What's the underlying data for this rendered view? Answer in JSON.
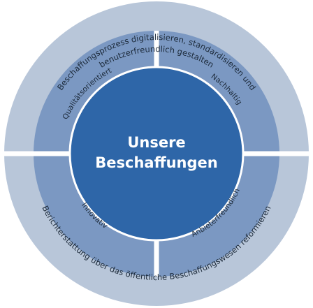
{
  "center": {
    "line1": "Unsere",
    "line2": "Beschaffungen"
  },
  "outer_ring": {
    "top_line1": "Beschaffungsprozess digitalisieren, standardisieren und",
    "top_line2": "benutzerfreundlich gestalten",
    "bottom_line1": "Berichterstattung über das öffentliche Beschaffungswesen reformieren"
  },
  "quadrants": {
    "top_left": "Qualitätsorientiert",
    "top_right": "Nachhaltig",
    "bottom_left": "Innovativ",
    "bottom_right": "Anbieterfreundlich"
  },
  "colors": {
    "outer_ring": "#b8c6d9",
    "middle_ring": "#7b98c2",
    "center": "#2e66a8",
    "center_stroke": "#ffffff",
    "dividers": "#ffffff"
  }
}
